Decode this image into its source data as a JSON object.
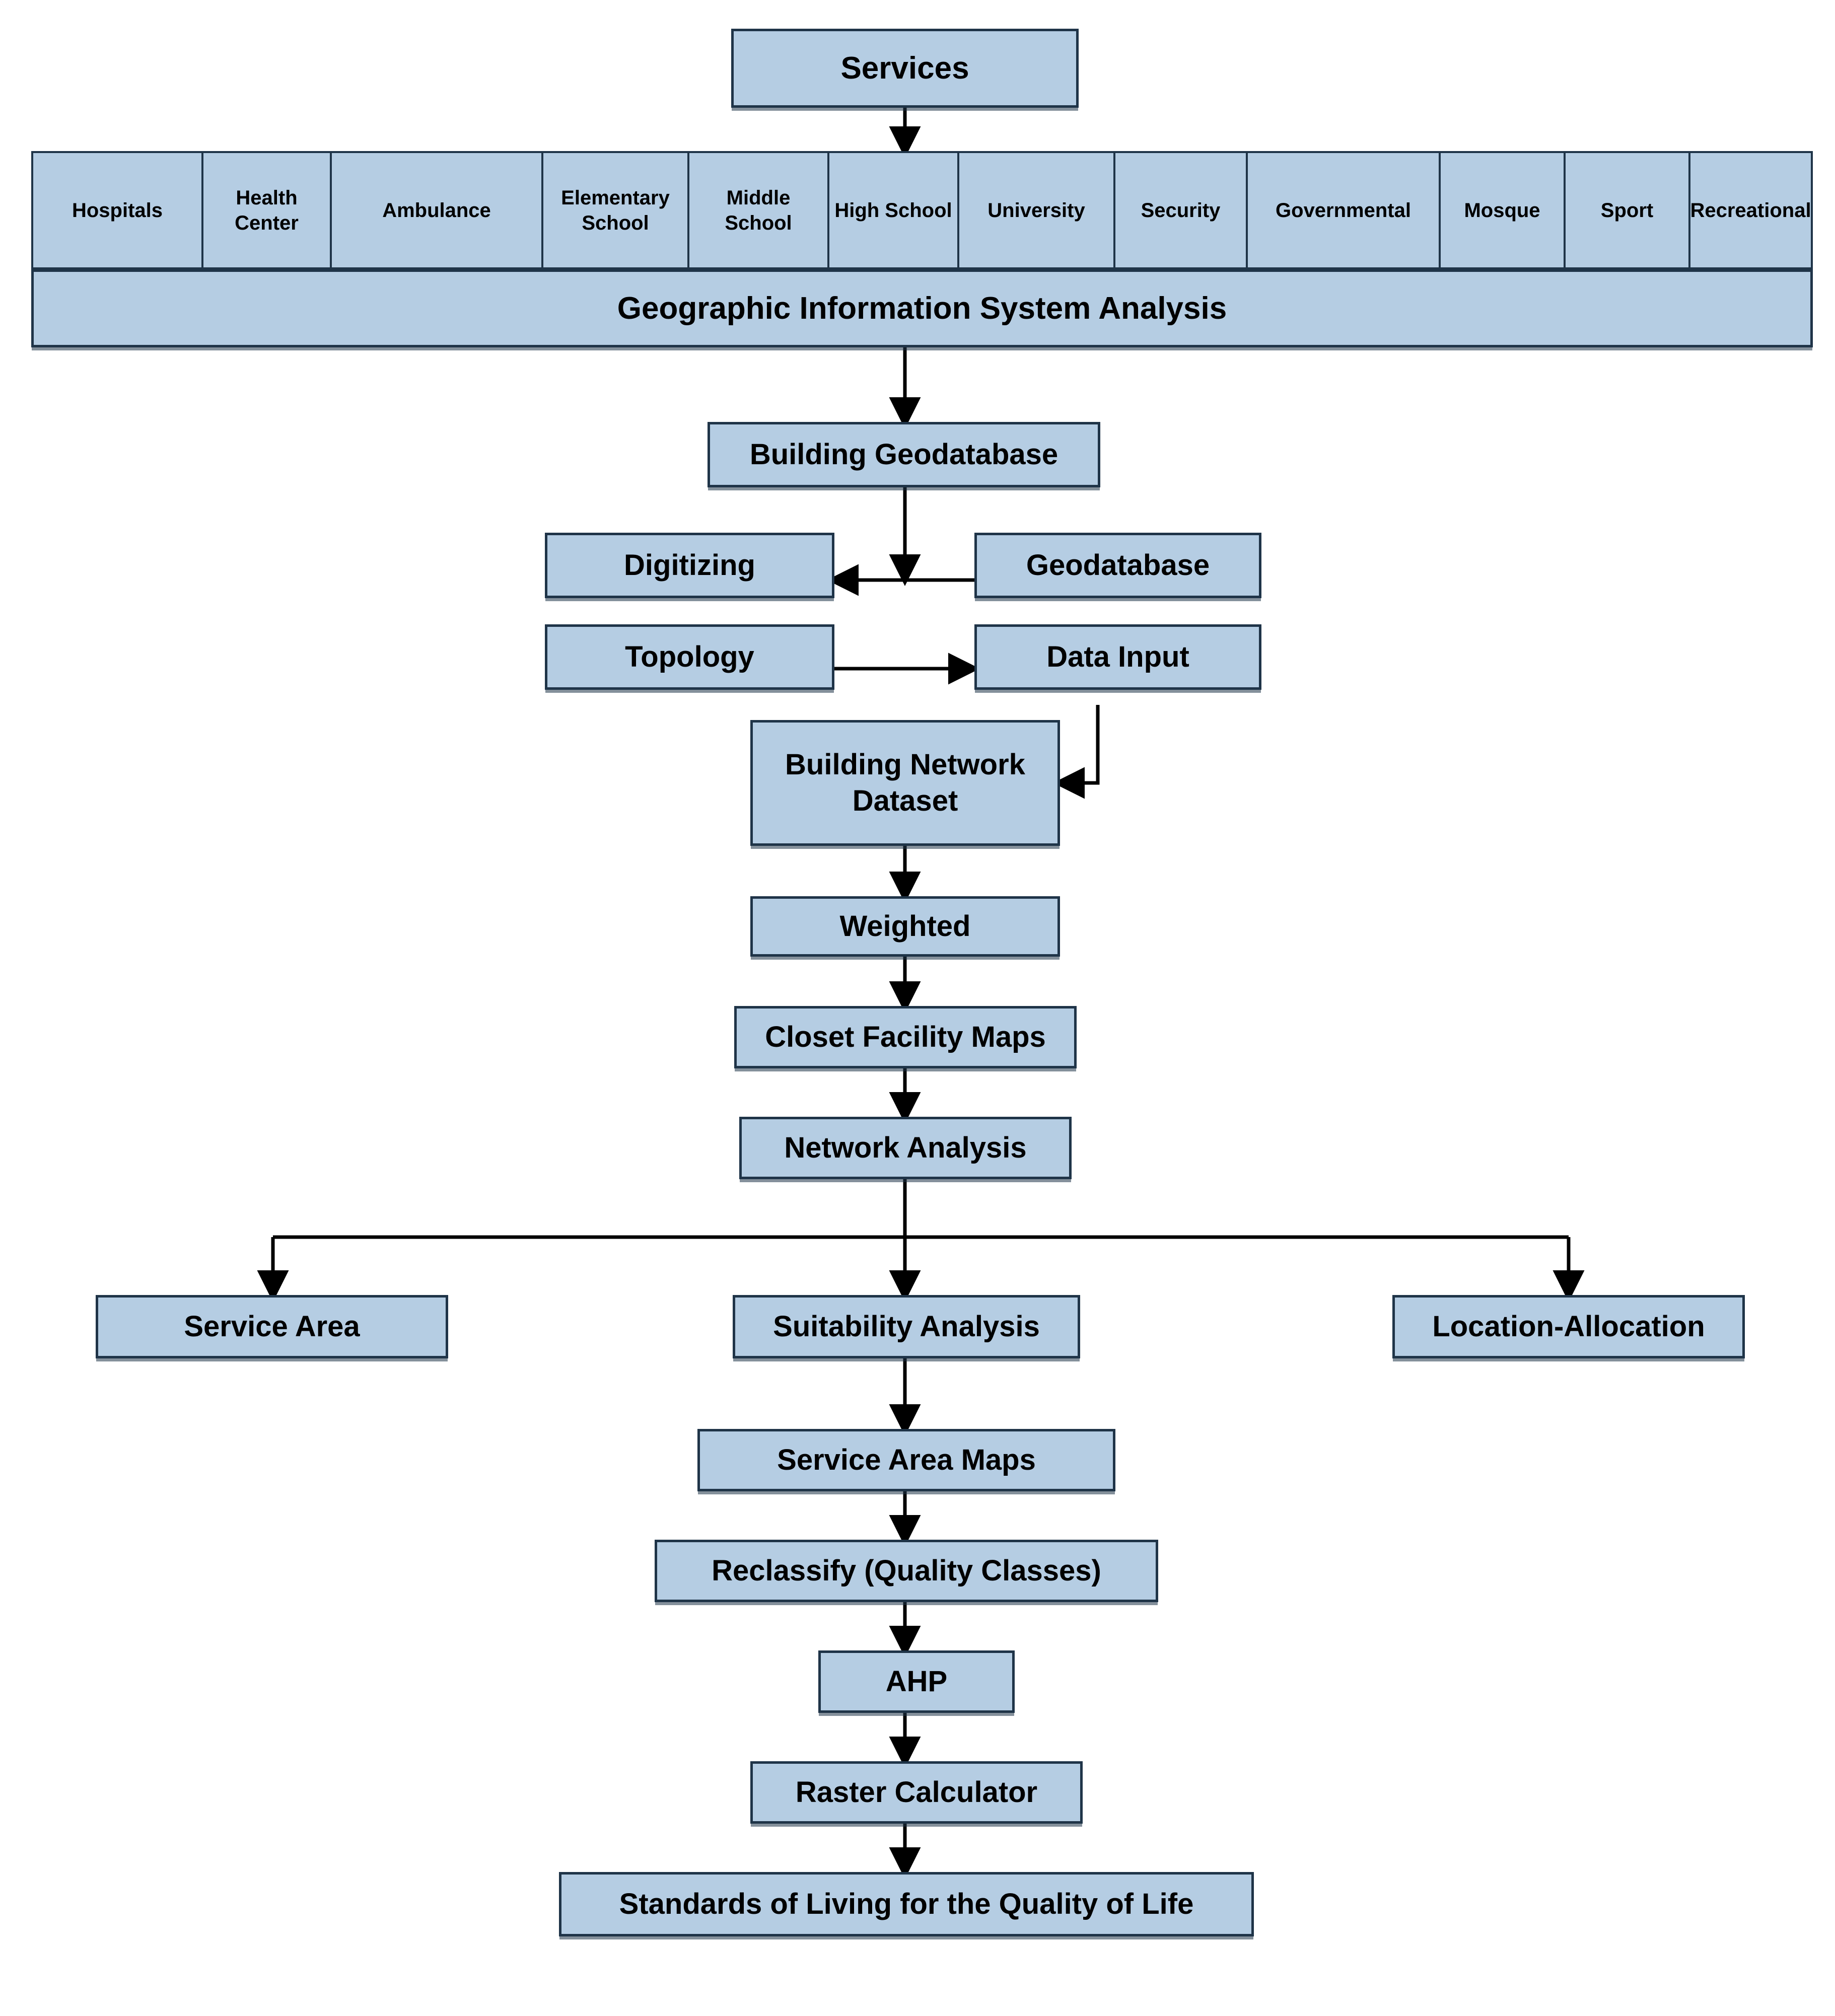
{
  "diagram": {
    "title_node": "Services",
    "services": [
      "Hospitals",
      "Health Center",
      "Ambulance",
      "Elementary School",
      "Middle School",
      "High School",
      "University",
      "Security",
      "Governmental",
      "Mosque",
      "Sport",
      "Recreational"
    ],
    "gis_bar": "Geographic Information System Analysis",
    "nodes": {
      "building_geodatabase": "Building Geodatabase",
      "digitizing": "Digitizing",
      "geodatabase": "Geodatabase",
      "topology": "Topology",
      "data_input": "Data Input",
      "building_network_dataset": "Building Network Dataset",
      "weighted": "Weighted",
      "closet_facility_maps": "Closet Facility Maps",
      "network_analysis": "Network Analysis",
      "service_area": "Service Area",
      "suitability_analysis": "Suitability Analysis",
      "location_allocation": "Location-Allocation",
      "service_area_maps": "Service Area Maps",
      "reclassify": "Reclassify (Quality Classes)",
      "ahp": "AHP",
      "raster_calculator": "Raster Calculator",
      "standards_of_living": "Standards of Living for the Quality of Life"
    },
    "colors": {
      "node_fill": "#b5cde3",
      "node_border": "#1f3448",
      "arrow": "#000000",
      "background": "#ffffff",
      "text": "#000000"
    }
  }
}
